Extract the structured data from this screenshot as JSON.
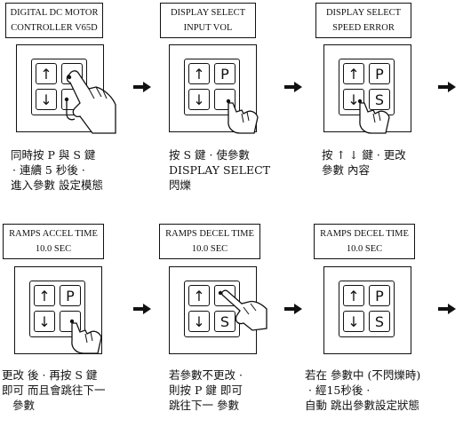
{
  "steps": [
    {
      "lcd": [
        "DIGITAL DC MOTOR",
        "CONTROLLER V65D"
      ],
      "keys": [
        "↑",
        "",
        "↓",
        ""
      ],
      "desc": [
        "同時按 P 與 S 鍵",
        "· 連續 5 秒後 ·",
        "進入參數 設定模態"
      ]
    },
    {
      "lcd": [
        "DISPLAY SELECT",
        "INPUT VOL"
      ],
      "keys": [
        "↑",
        "P",
        "↓",
        ""
      ],
      "desc": [
        "按 S 鍵 · 使參數",
        "DISPLAY SELECT",
        "閃爍"
      ]
    },
    {
      "lcd": [
        "DISPLAY SELECT",
        "SPEED ERROR"
      ],
      "keys": [
        "↑",
        "P",
        "↓",
        "S"
      ],
      "desc": [
        "按 ↑ ↓ 鍵 · 更改",
        "參數 內容"
      ]
    },
    {
      "lcd": [
        "RAMPS ACCEL TIME",
        "10.0 SEC"
      ],
      "keys": [
        "↑",
        "P",
        "↓",
        ""
      ],
      "desc": [
        "更改 後 · 再按 S 鍵",
        "即可 而且會跳往下一",
        "參數"
      ]
    },
    {
      "lcd": [
        "RAMPS DECEL TIME",
        "10.0 SEC"
      ],
      "keys": [
        "↑",
        "",
        "↓",
        "S"
      ],
      "desc": [
        "若參數不更改 ·",
        "則按 P 鍵 即可",
        "跳往下一 參數"
      ]
    },
    {
      "lcd": [
        "RAMPS DECEL TIME",
        "10.0 SEC"
      ],
      "keys": [
        "↑",
        "P",
        "↓",
        "S"
      ],
      "desc": [
        "若在 參數中 (不閃爍時)",
        "· 經15秒後 ·",
        "自動 跳出參數設定狀態"
      ]
    }
  ]
}
